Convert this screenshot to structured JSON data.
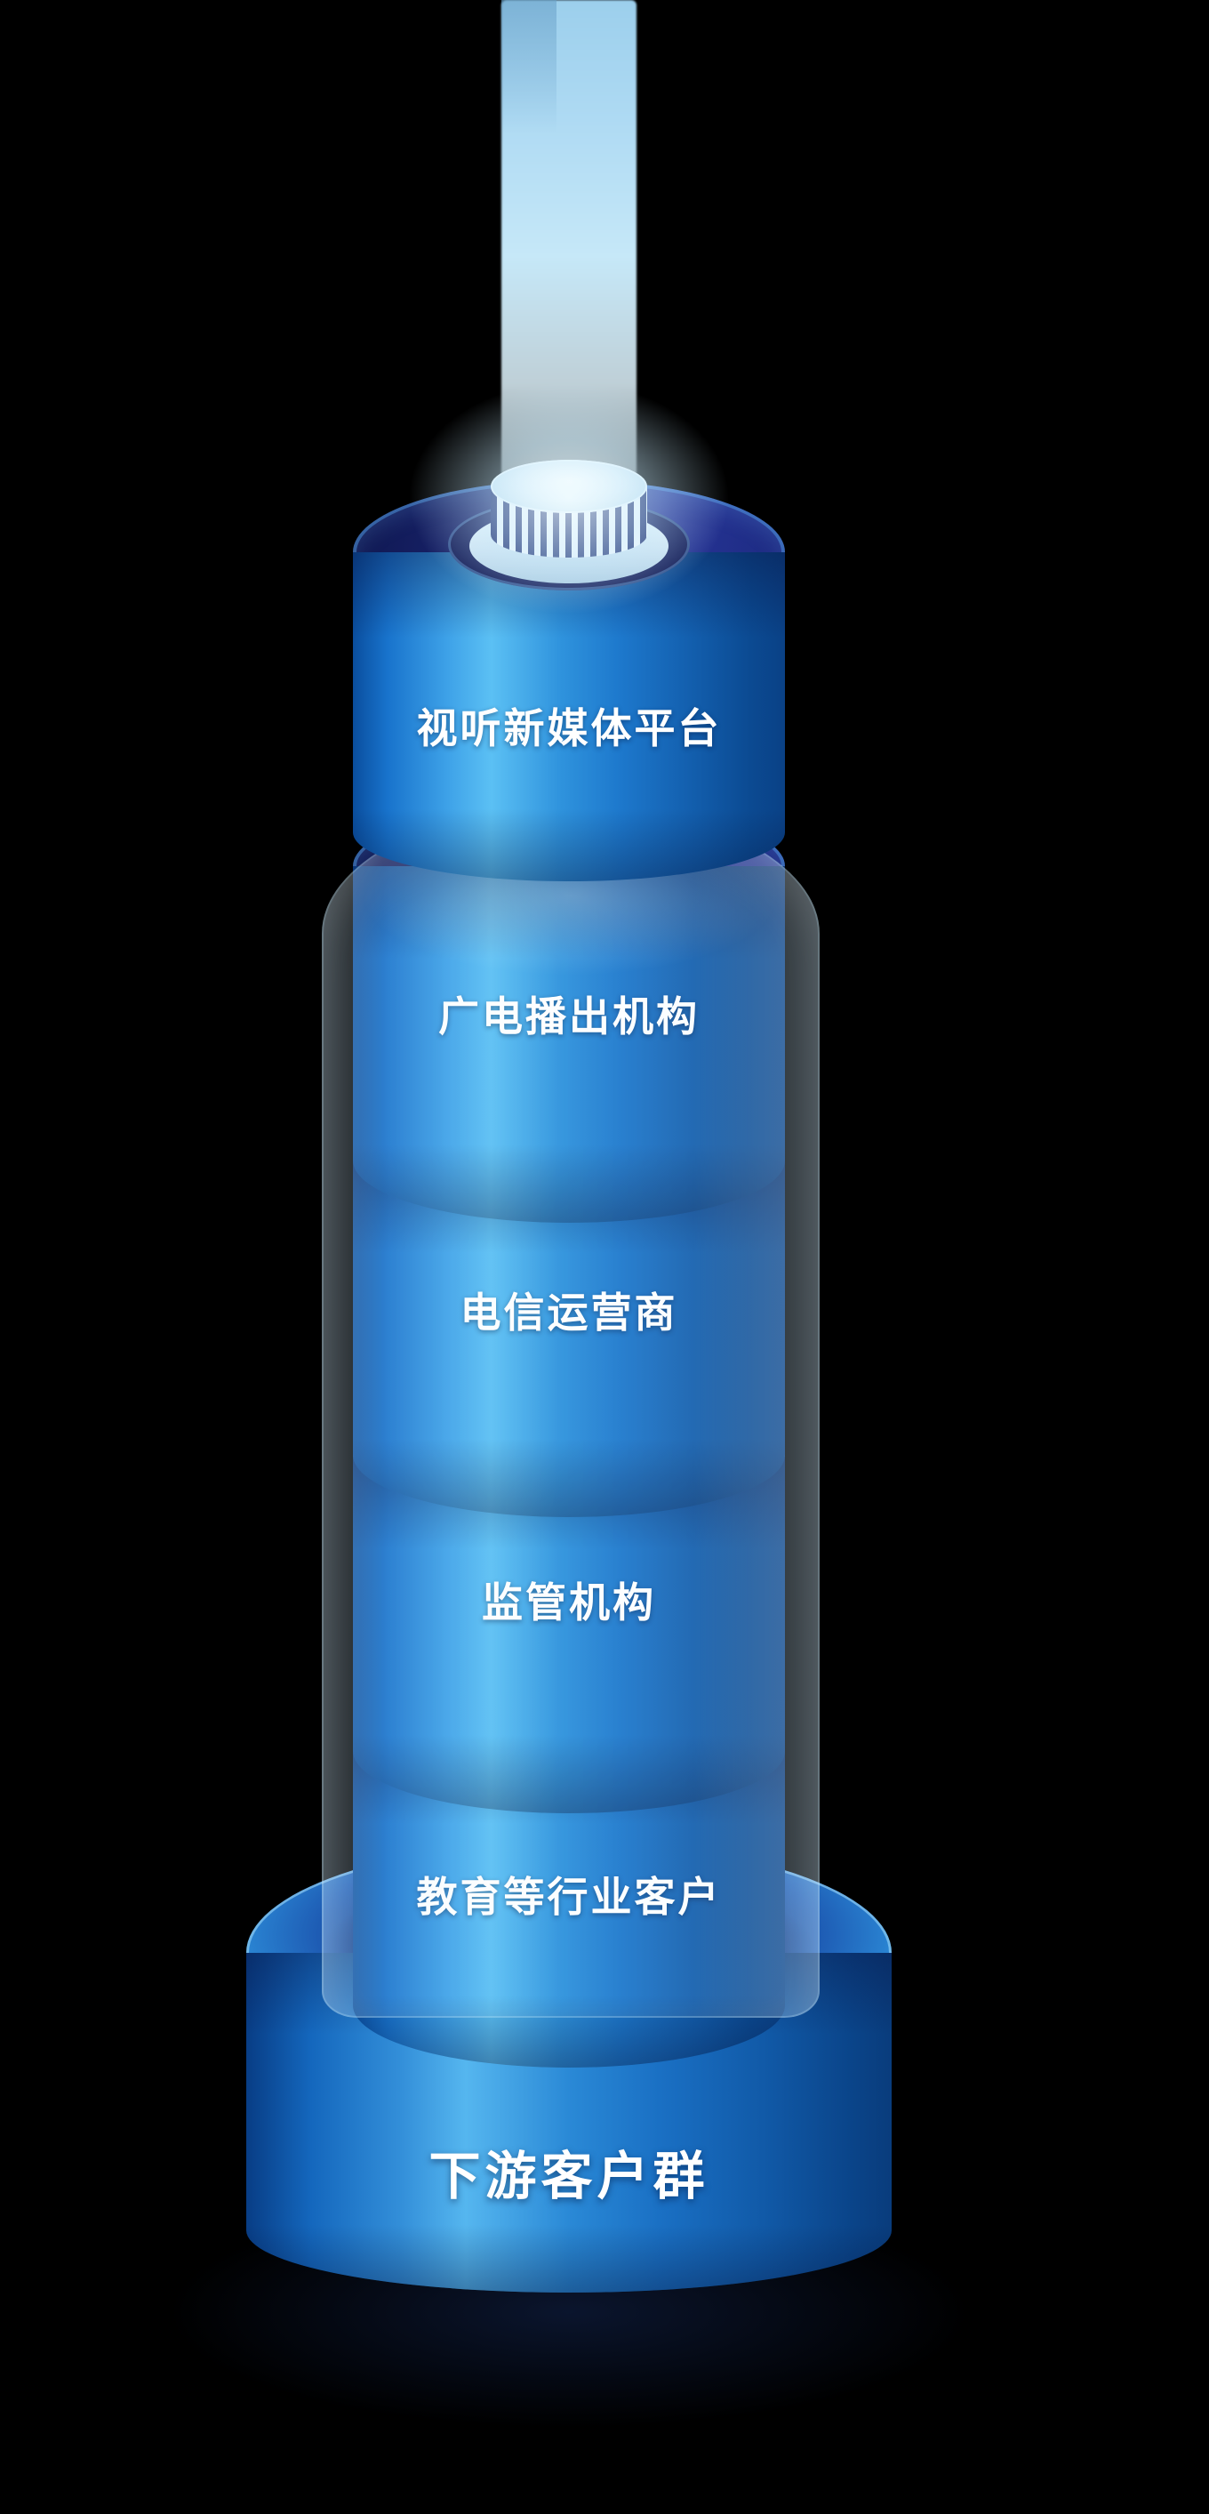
{
  "diagram": {
    "type": "stacked-cylinder-tower",
    "segments": [
      {
        "label": "视听新媒体平台"
      },
      {
        "label": "广电播出机构"
      },
      {
        "label": "电信运营商"
      },
      {
        "label": "监管机构"
      },
      {
        "label": "教育等行业客户"
      }
    ],
    "base": {
      "label": "下游客户群"
    },
    "colors": {
      "background": "#000000",
      "cylinder_body_highlight": "#5bc0f4",
      "cylinder_body_mid": "#1d78cc",
      "cylinder_body_dark": "#0a4186",
      "cylinder_top_face": "#1a2470",
      "base_rim": "#7fd4fa",
      "beam": "#b7e0f6",
      "glass_tube": "#cdebff",
      "cap_stripe_dark": "#1d2b6e",
      "cap_stripe_light": "#f4f9fd",
      "text": "#ffffff"
    }
  }
}
